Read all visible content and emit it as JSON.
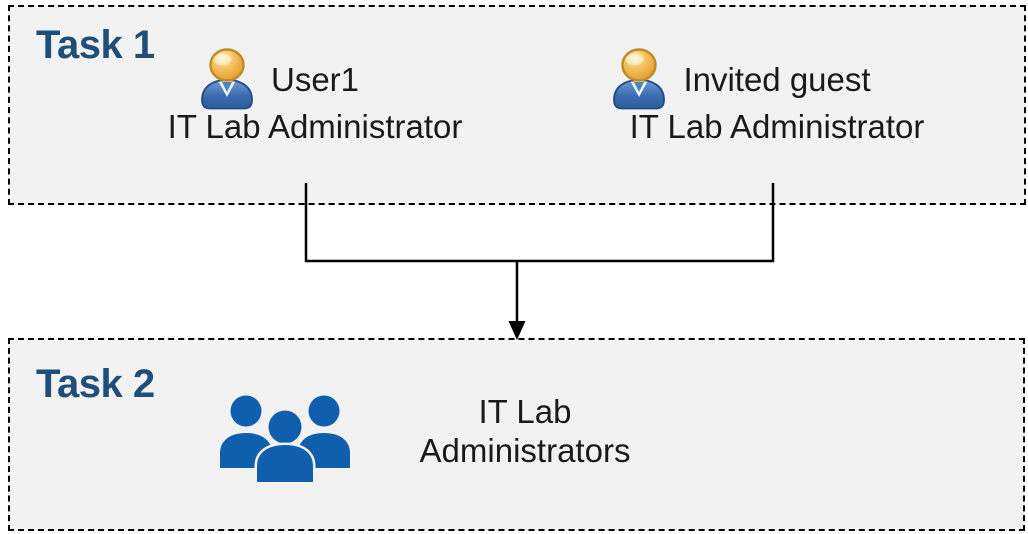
{
  "colors": {
    "title_accent": "#1F4E79",
    "box_background": "#F2F2F2",
    "dashed_border": "#000000",
    "body_text": "#1A1A1A",
    "group_icon_blue": "#0F5FAD",
    "user_icon_head_gold": "#E9A63B",
    "user_icon_body_blue": "#2D5F9E"
  },
  "icons": [
    {
      "name": "user-icon",
      "meaning": "single person avatar (gold head, blue torso)"
    },
    {
      "name": "people-group-icon",
      "meaning": "group of three people"
    },
    {
      "name": "arrow-down",
      "meaning": "merge arrow from Task 1 users into Task 2 group"
    }
  ],
  "task1": {
    "title": "Task 1",
    "users": [
      {
        "name": "User1",
        "role": "IT Lab Administrator"
      },
      {
        "name": "Invited guest",
        "role": "IT Lab Administrator"
      }
    ]
  },
  "task2": {
    "title": "Task 2",
    "group_label": "IT Lab Administrators"
  }
}
